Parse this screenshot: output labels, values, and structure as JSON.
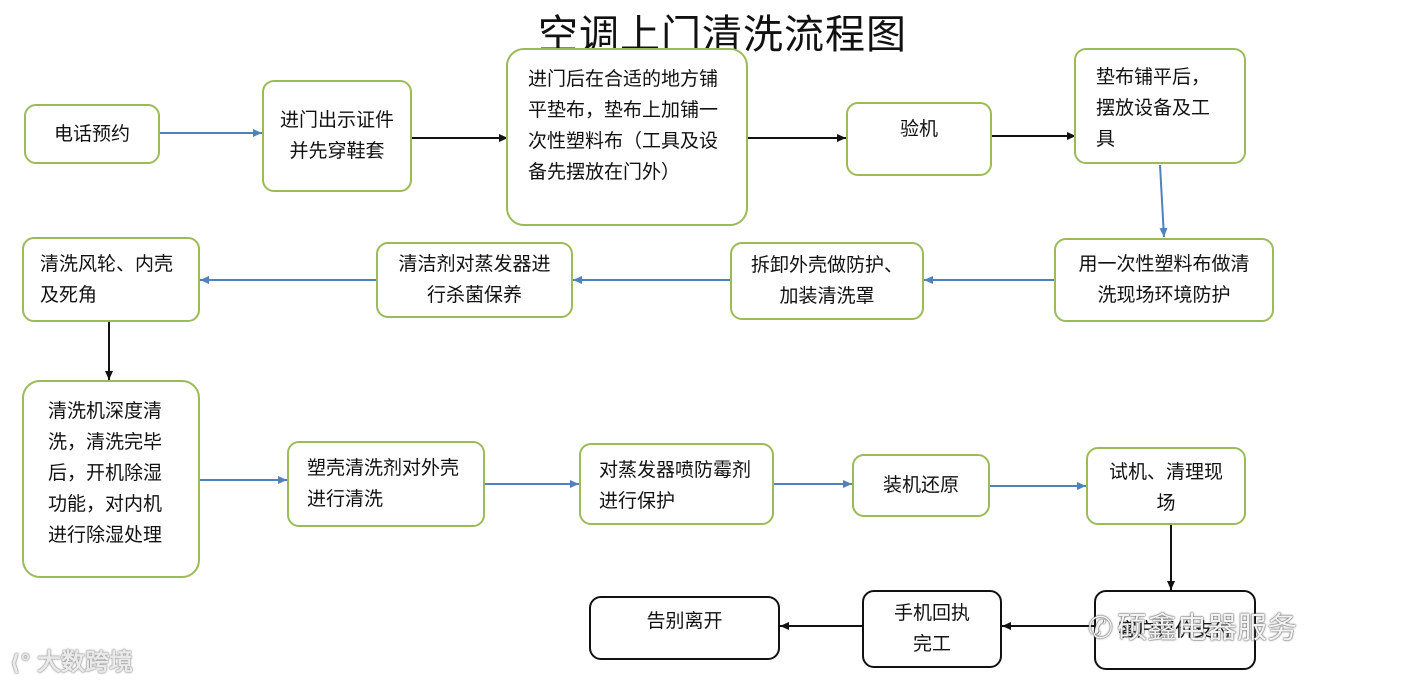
{
  "title": "空调上门清洗流程图",
  "colors": {
    "green_border": "#9bbb59",
    "blue_arrow": "#4f81bd",
    "black": "#111111"
  },
  "nodes": {
    "n1": "电话预约",
    "n2": "进门出示证件并先穿鞋套",
    "n3": "进门后在合适的地方铺平垫布，垫布上加铺一次性塑料布（工具及设备先摆放在门外）",
    "n4": "验机",
    "n5": "垫布铺平后，摆放设备及工具",
    "n6": "用一次性塑料布做清洗现场环境防护",
    "n7": "拆卸外壳做防护、加装清洗罩",
    "n8": "清洁剂对蒸发器进行杀菌保养",
    "n9": "清洗风轮、内壳及死角",
    "n10": "清洗机深度清洗，清洗完毕后，开机除湿功能，对内机进行除湿处理",
    "n11": "塑壳清洗剂对外壳进行清洗",
    "n12": "对蒸发器喷防霉剂进行保护",
    "n13": "装机还原",
    "n14": "试机、清理现场",
    "n15": "客户评价支付",
    "n16": "手机回执完工",
    "n17": "告别离开"
  },
  "watermarks": {
    "left_logo": "⟨°",
    "left_text": "大数跨境",
    "right_logo": "✆",
    "right_text": "硕鑫电器服务"
  }
}
